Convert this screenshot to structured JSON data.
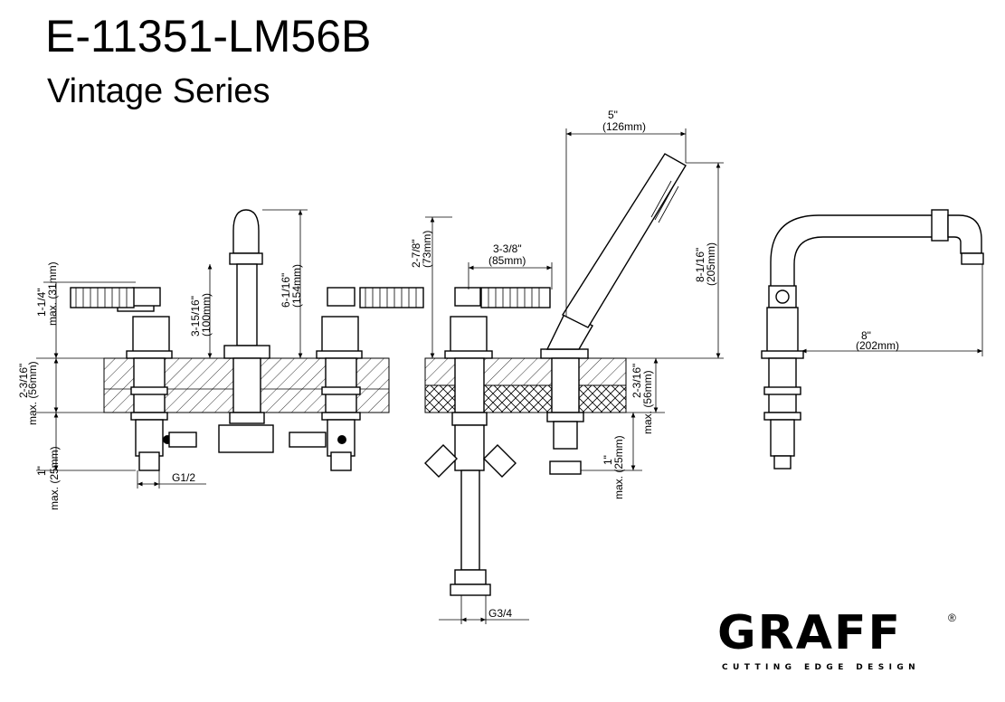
{
  "header": {
    "model_code": "E-11351-LM56B",
    "series_name": "Vintage Series"
  },
  "brand": {
    "name": "GRAFF",
    "registered_mark": "®",
    "tagline": "CUTTING EDGE DESIGN"
  },
  "dimensions": {
    "handle_height_in": "1-1/4\"",
    "handle_height_mm": "max. (31mm)",
    "deck_left_in": "2-3/16\"",
    "deck_left_mm": "max. (56mm)",
    "shank_left_in": "1\"",
    "shank_left_mm": "max. (25mm)",
    "spout_in": "3-15/16\"",
    "spout_mm": "(100mm)",
    "spout_total_in": "6-1/16\"",
    "spout_total_mm": "(154mm)",
    "valve_left_thread": "G1/2",
    "diverter_height_in": "2-7/8\"",
    "diverter_height_mm": "(73mm)",
    "handle_reach_in": "3-3/8\"",
    "handle_reach_mm": "(85mm)",
    "shower_width_in": "5\"",
    "shower_width_mm": "(126mm)",
    "shower_height_in": "8-1/16\"",
    "shower_height_mm": "(205mm)",
    "deck_right_in": "2-3/16\"",
    "deck_right_mm": "max. (56mm)",
    "shank_right_in": "1\"",
    "shank_right_mm": "max. (25mm)",
    "inlet_thread": "G3/4",
    "side_reach_in": "8\"",
    "side_reach_mm": "(202mm)"
  },
  "colors": {
    "ink": "#000000",
    "paper": "#ffffff"
  }
}
